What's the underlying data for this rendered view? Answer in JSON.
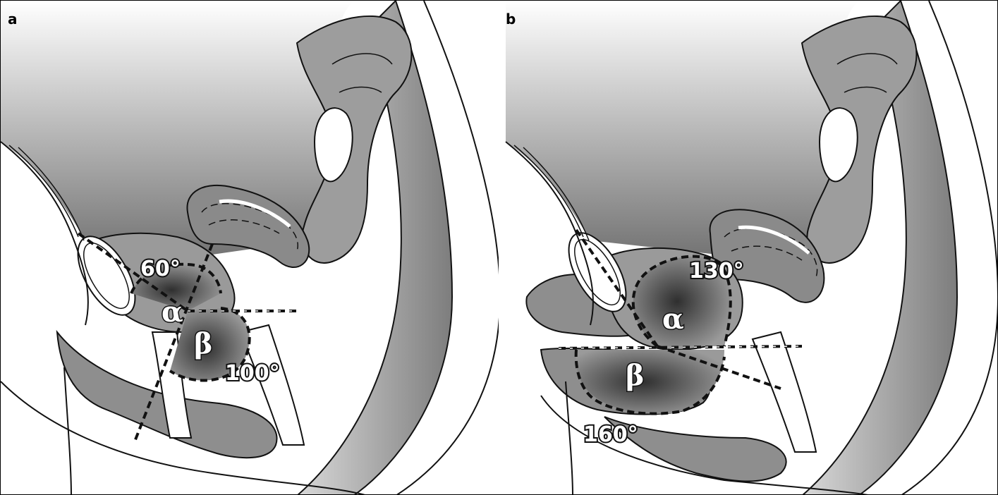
{
  "panels": [
    {
      "letter": "a",
      "alpha_symbol": "α",
      "beta_symbol": "β",
      "alpha_angle": "60°",
      "beta_angle": "100°"
    },
    {
      "letter": "b",
      "alpha_symbol": "α",
      "beta_symbol": "β",
      "alpha_angle": "130°",
      "beta_angle": "160°"
    }
  ],
  "colors": {
    "outline": "#111111",
    "tissue_gray": "#8f8f8f",
    "cavity_dark": "#4a4a4a",
    "background": "#ffffff"
  }
}
